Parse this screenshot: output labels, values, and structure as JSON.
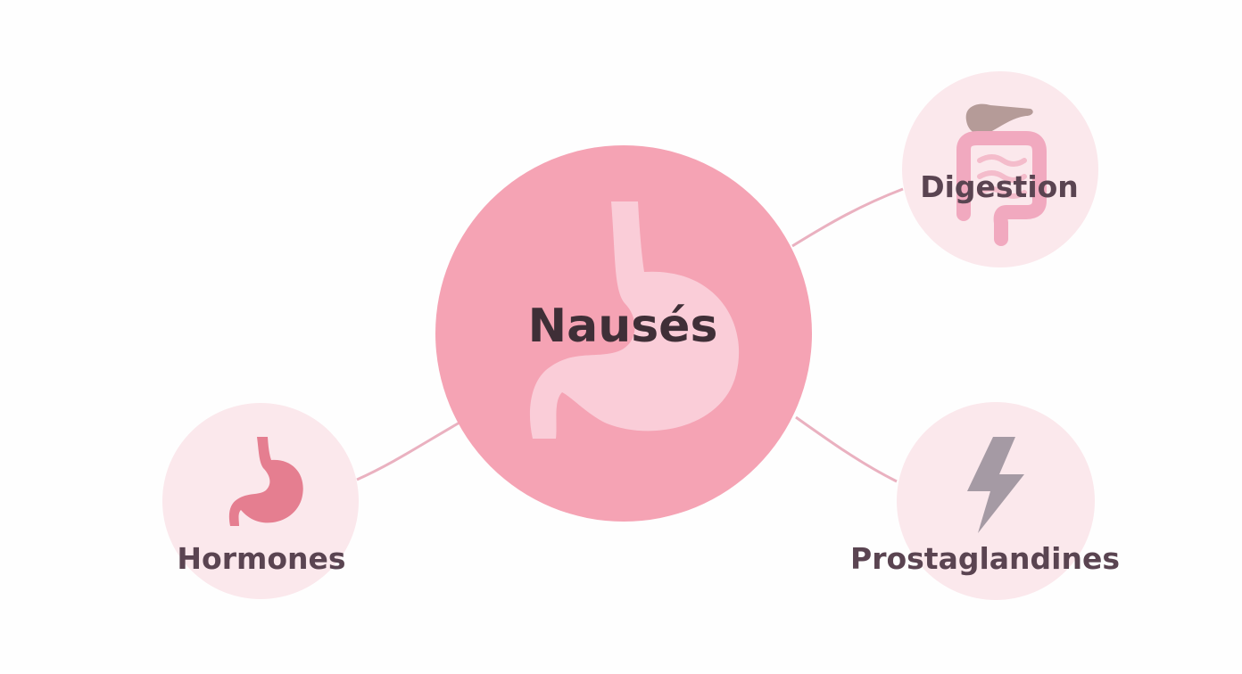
{
  "diagram": {
    "center": {
      "label": "Nausés",
      "icon": "stomach-icon"
    },
    "nodes": [
      {
        "id": "digestion",
        "label": "Digestion",
        "icon": "intestine-icon"
      },
      {
        "id": "hormones",
        "label": "Hormones",
        "icon": "stomach-icon"
      },
      {
        "id": "prostaglandines",
        "label": "Prostaglandines",
        "icon": "lightning-icon"
      }
    ]
  },
  "colors": {
    "center_fill": "#f5a3b4",
    "node_fill": "#fbe8ec",
    "connector": "#eab1c0",
    "stomach_light": "#fad0da",
    "hormone_stomach": "#e57e90",
    "intestine": "#f1a9bf",
    "liver": "#b59b98",
    "lightning": "#a59aa4",
    "text": "#5a4451"
  }
}
